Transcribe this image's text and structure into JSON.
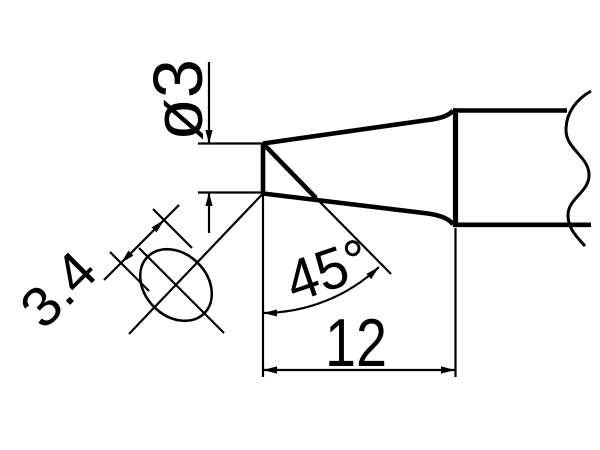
{
  "page": {
    "kind": "technical dimension drawing",
    "subject": "beveled soldering iron tip, side view with auxiliary bevel-face view",
    "background_color": "#ffffff",
    "stroke_color": "#000000"
  },
  "labels": {
    "tip_diameter": "ø3",
    "face_width": "3.4",
    "bevel_angle": "45°",
    "tip_length": "12"
  },
  "dimensions": {
    "tip_diameter_value": 3,
    "face_width_value": 3.4,
    "bevel_angle_degrees": 45,
    "tip_length_value": 12
  }
}
